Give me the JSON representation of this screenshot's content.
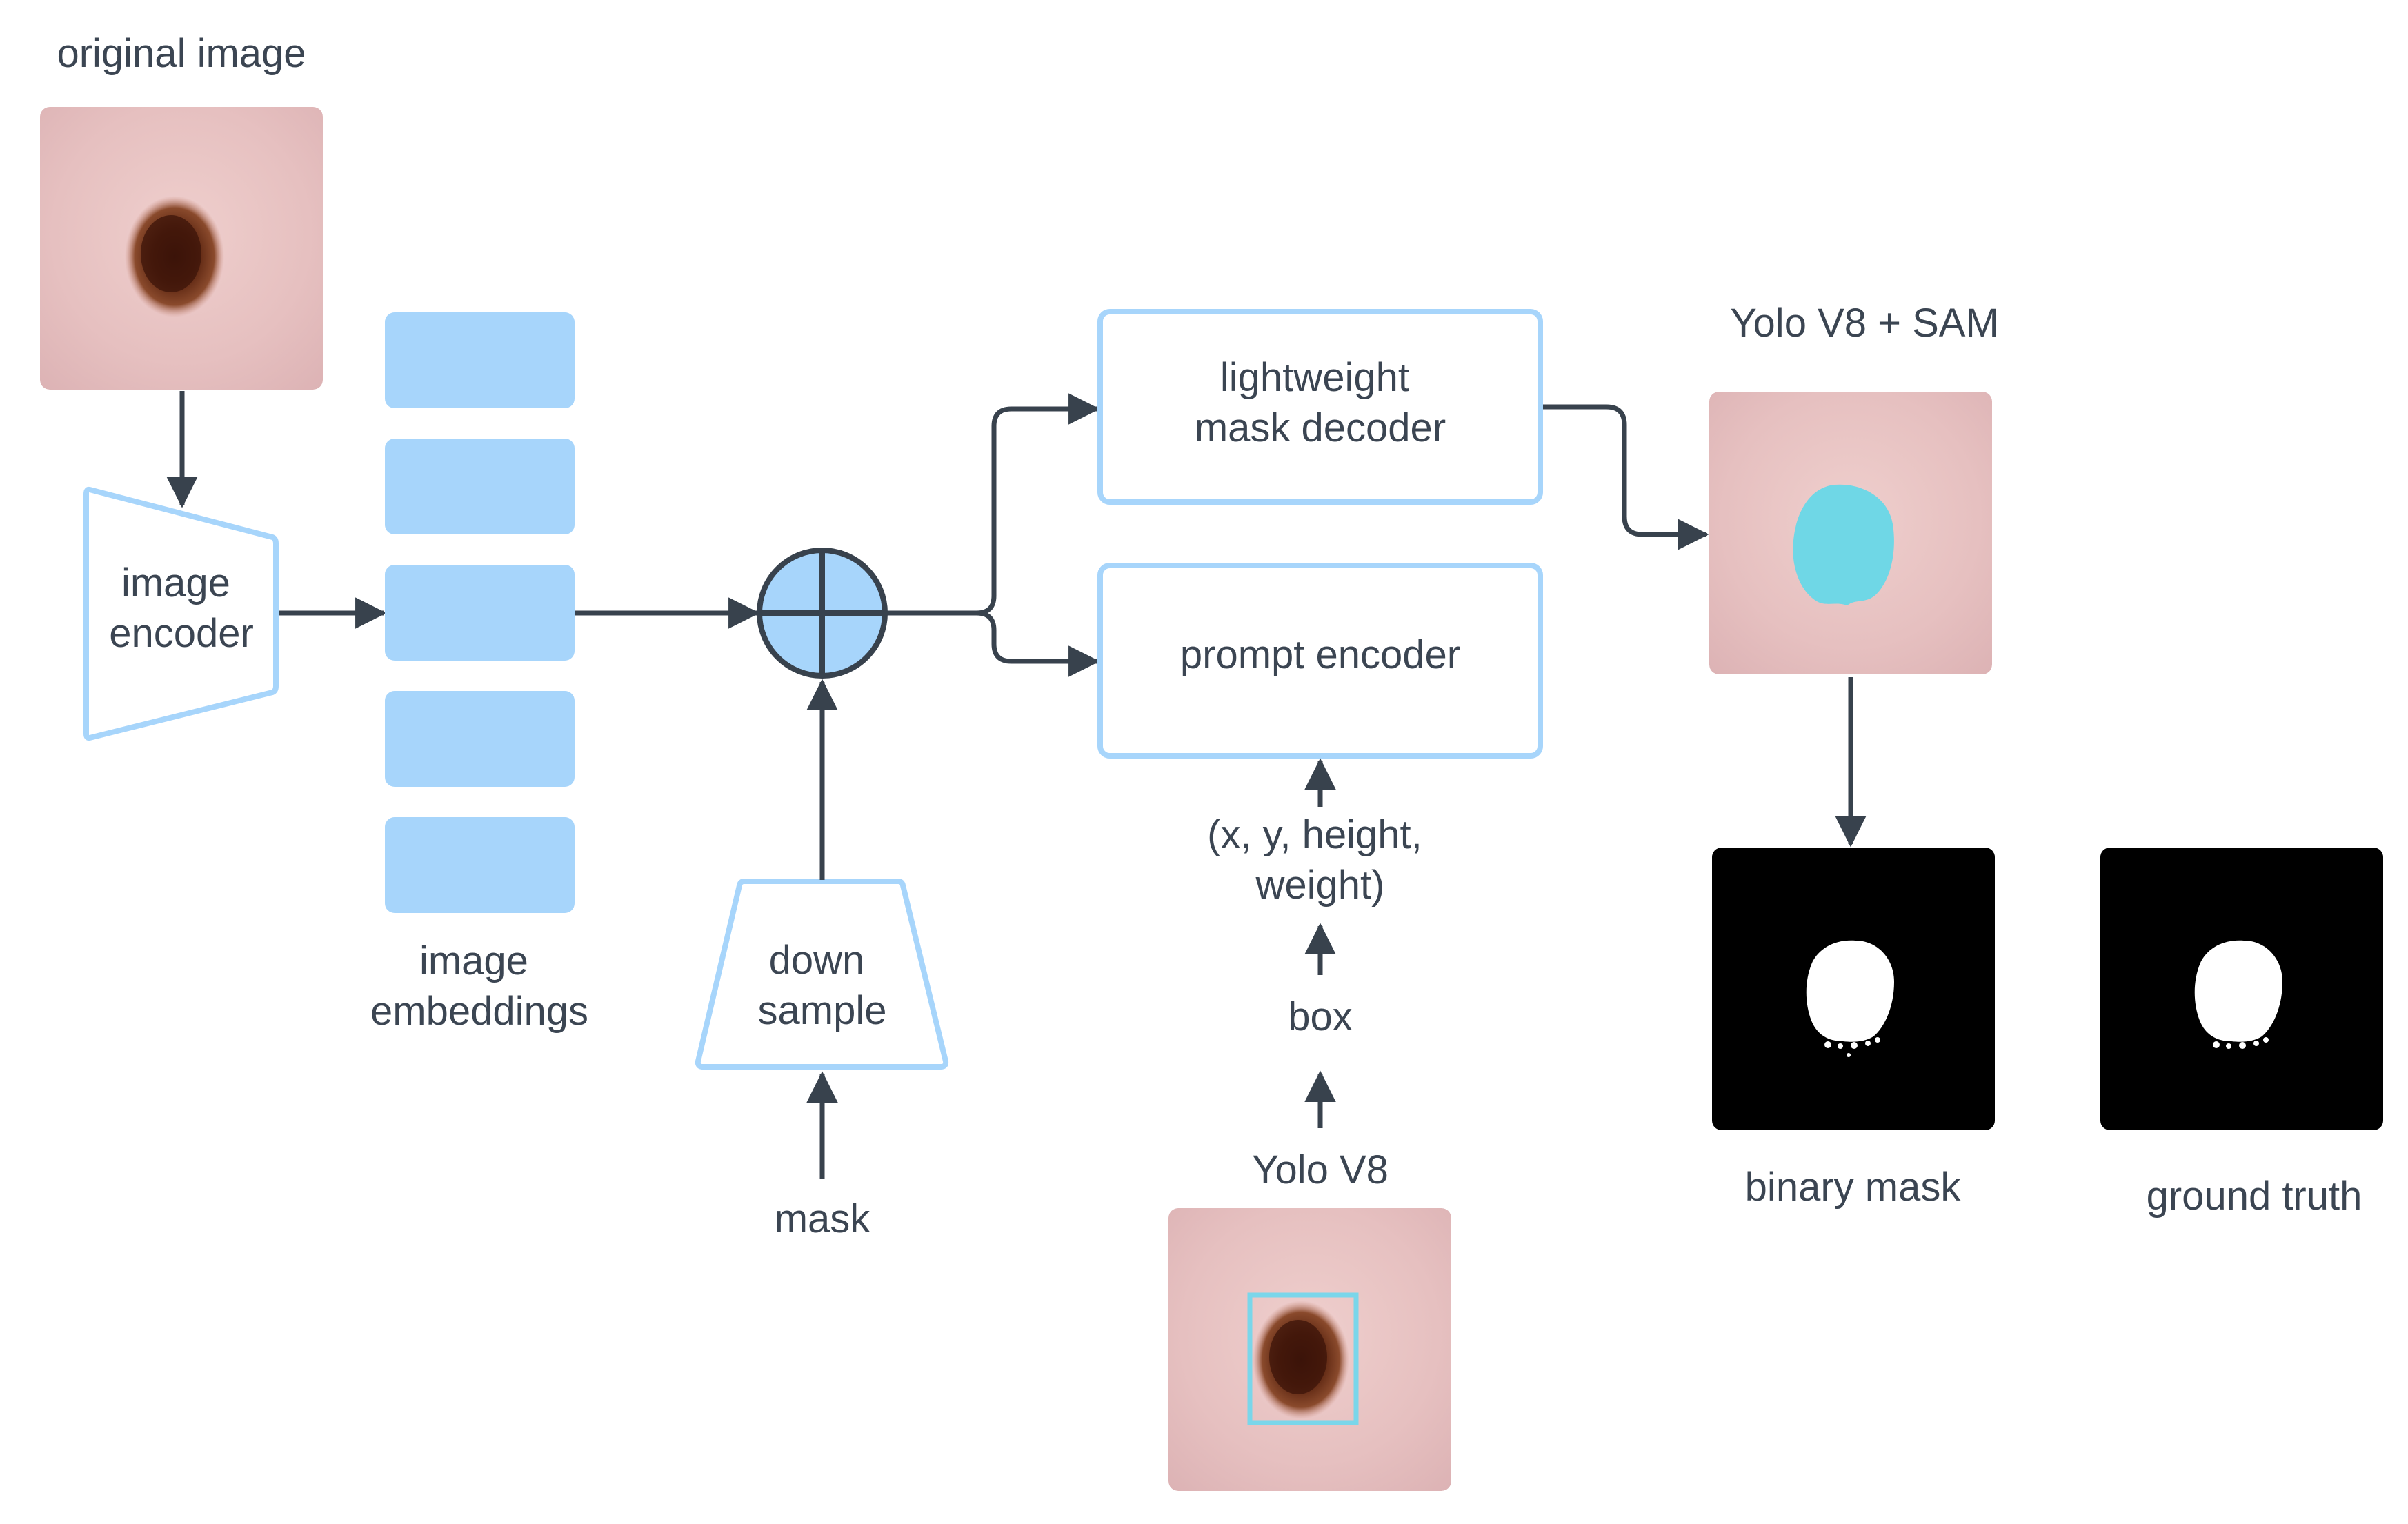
{
  "labels": {
    "original_image": "original image",
    "image_encoder": [
      "image",
      "encoder"
    ],
    "image_embeddings": [
      "image",
      "embeddings"
    ],
    "down_sample": [
      "down",
      "sample"
    ],
    "mask": "mask",
    "mask_decoder": [
      "lightweight",
      "mask decoder"
    ],
    "prompt_encoder": "prompt encoder",
    "box_coords": [
      "(x, y, height,",
      "weight)"
    ],
    "box": "box",
    "yolo": "Yolo V8",
    "yolo_sam": "Yolo V8 + SAM",
    "binary_mask": "binary mask",
    "ground_truth": "ground truth"
  },
  "colors": {
    "accent_blue": "#a7d5fb",
    "arrow": "#38424d",
    "text": "#3b4552",
    "segment_cyan": "#6fd7e6",
    "bbox_cyan": "#7ad6ea",
    "skin": "#e9c3c3",
    "lesion": "#5a2410",
    "mask_background": "#000000",
    "mask_foreground": "#ffffff"
  },
  "icons": {
    "sum_node": "circle-plus-icon"
  }
}
